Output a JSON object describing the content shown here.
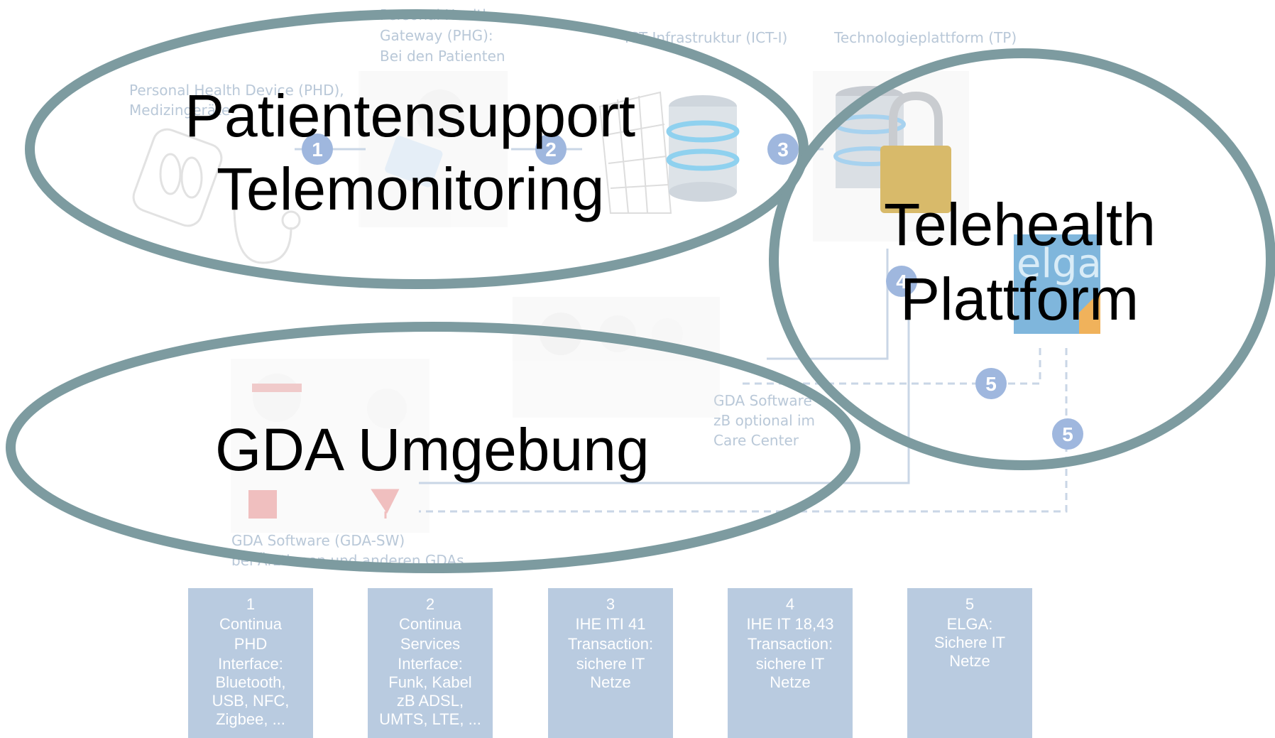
{
  "labels": {
    "phg": [
      "Personal Health",
      "Gateway (PHG):",
      "Bei den Patienten"
    ],
    "ict": "ICT Infrastruktur (ICT-I)",
    "tp": "Technologieplattform (TP)",
    "phd": [
      "Personal Health Device (PHD),",
      "Medizingeräte"
    ],
    "gda_center": [
      "GDA Software",
      "zB optional im",
      "Care Center"
    ],
    "gda_sw": [
      "GDA Software (GDA-SW)",
      "bei Ärztinnen und anderen GDAs"
    ],
    "elga_logo": "elga"
  },
  "numbers": {
    "n1": "1",
    "n2": "2",
    "n3": "3",
    "n4": "4",
    "n5a": "5",
    "n5b": "5"
  },
  "overlays": {
    "patientensupport": [
      "Patientensupport",
      "Telemonitoring"
    ],
    "telehealth": [
      "Telehealth",
      "Plattform"
    ],
    "gda": "GDA Umgebung"
  },
  "boxes": [
    {
      "lines": [
        "1",
        "Continua",
        "PHD",
        "Interface:",
        "Bluetooth,",
        "USB, NFC,",
        "Zigbee, ..."
      ]
    },
    {
      "lines": [
        "2",
        "Continua",
        "Services",
        "Interface:",
        "Funk, Kabel",
        "zB ADSL,",
        "UMTS, LTE, ..."
      ]
    },
    {
      "lines": [
        "3",
        "IHE ITI  41",
        "Transaction:",
        "sichere IT",
        "Netze"
      ]
    },
    {
      "lines": [
        "4",
        "IHE IT 18,43",
        "Transaction:",
        "sichere IT",
        "Netze"
      ]
    },
    {
      "lines": [
        "5",
        "ELGA:",
        "Sichere IT",
        "Netze"
      ]
    }
  ],
  "colors": {
    "ellipse": "#7d9ba0",
    "box": "#b9cbe0",
    "circle": "#9fb7de",
    "faint_text": "#b9c8d8"
  }
}
